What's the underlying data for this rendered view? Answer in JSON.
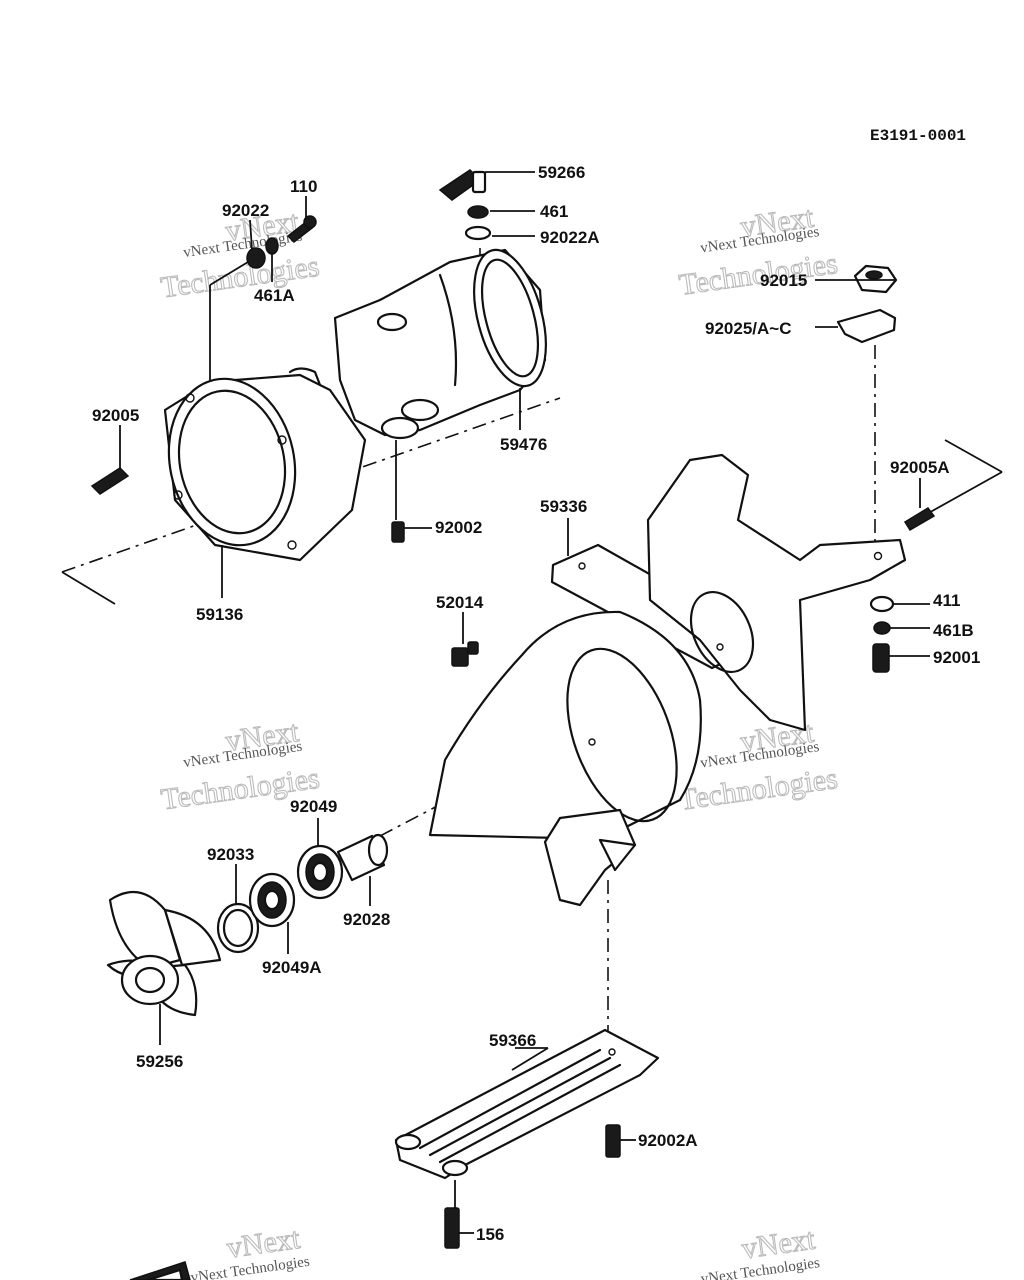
{
  "diagram_code": "E3191-0001",
  "watermark": {
    "line1": "vNext Technologies",
    "line2": "vNext",
    "line3": "Technologies"
  },
  "parts": {
    "p59266": "59266",
    "p461": "461",
    "p92022A": "92022A",
    "p110": "110",
    "p92022": "92022",
    "p461A": "461A",
    "p92015": "92015",
    "p92025": "92025/A~C",
    "p92005": "92005",
    "p59476": "59476",
    "p92005A": "92005A",
    "p59336": "59336",
    "p92002": "92002",
    "p59136": "59136",
    "p52014": "52014",
    "p411": "411",
    "p461B": "461B",
    "p92001": "92001",
    "p92049": "92049",
    "p92033": "92033",
    "p92028": "92028",
    "p92049A": "92049A",
    "p59256": "59256",
    "p59366": "59366",
    "p92002A": "92002A",
    "p156": "156"
  }
}
